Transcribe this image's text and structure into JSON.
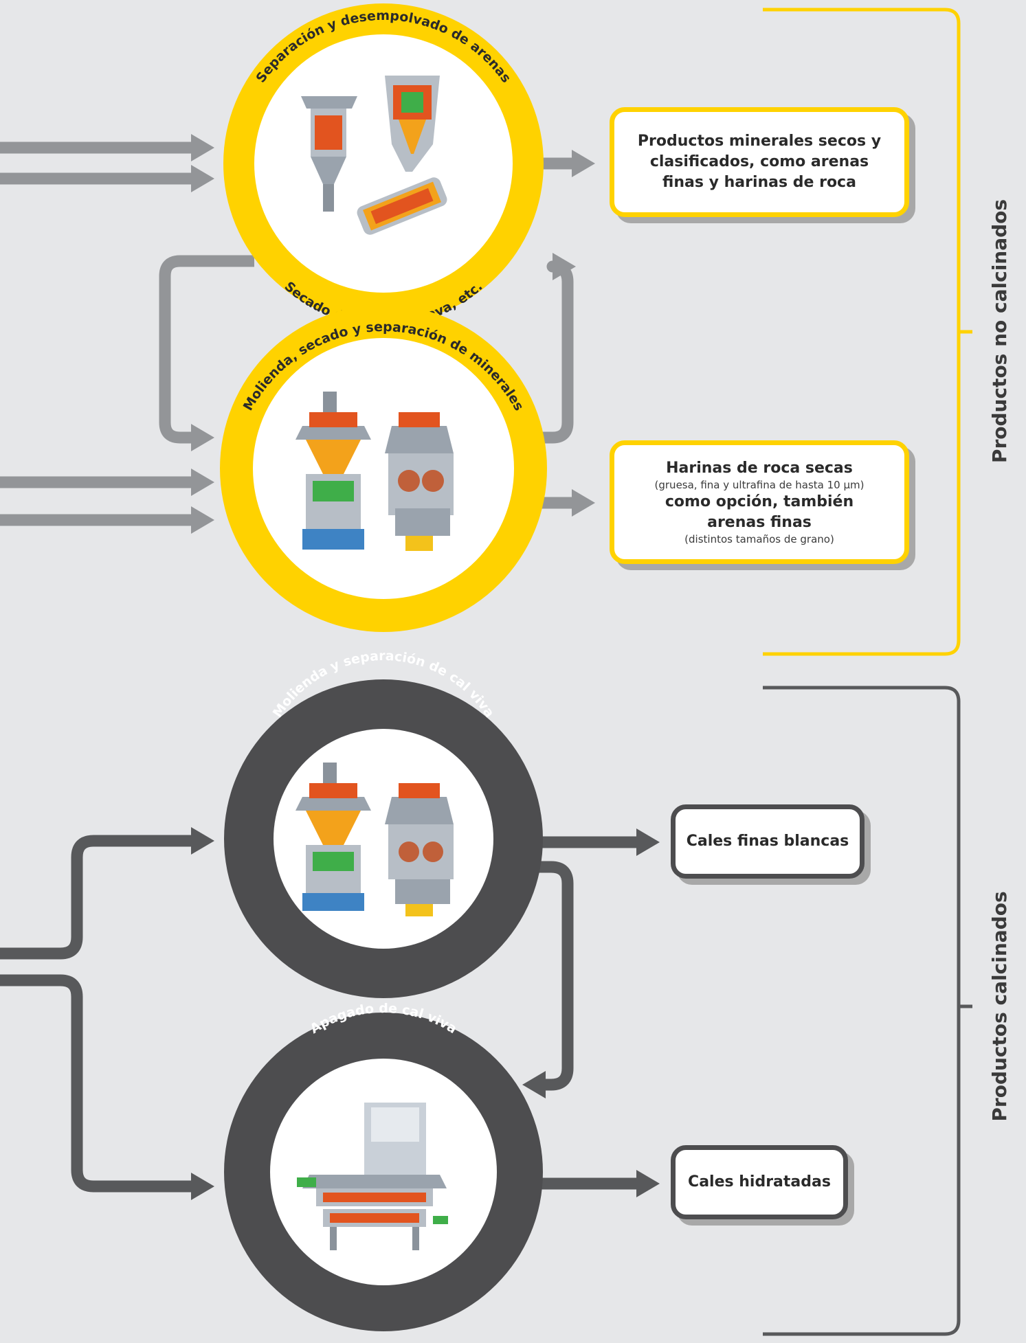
{
  "colors": {
    "background": "#e6e7e9",
    "yellow": "#ffd200",
    "dark": "#4d4d4f",
    "arrow_light": "#939598",
    "arrow_dark": "#58595b",
    "shadow": "#a8a8a8"
  },
  "circles": {
    "sand": {
      "top_label": "Separación y desempolvado de arenas",
      "bottom_label": "Secado de arenas, grava, etc.",
      "illustration": "separator-dryer-machines"
    },
    "mineral": {
      "top_label": "Molienda, secado y separación de minerales",
      "illustration": "vertical-roller-mill-machines"
    },
    "quicklime": {
      "top_label": "Molienda y separación de cal viva",
      "illustration": "vertical-roller-mill-machines"
    },
    "slaking": {
      "top_label": "Apagado de cal viva",
      "illustration": "hydrator-machine"
    }
  },
  "outputs": {
    "dry_minerals": {
      "text": "Productos minerales secos y clasificados, como arenas finas y harinas de roca"
    },
    "rock_flours": {
      "title": "Harinas de roca secas",
      "subtitle": "(gruesa, fina y ultrafina de hasta 10 µm)",
      "option": "como opción, también arenas finas",
      "note": "(distintos tamaños de grano)"
    },
    "white_lime": {
      "text": "Cales finas blancas"
    },
    "hydrated_lime": {
      "text": "Cales hidratadas"
    }
  },
  "groups": {
    "uncalcined": "Productos no calcinados",
    "calcined": "Productos calcinados"
  }
}
